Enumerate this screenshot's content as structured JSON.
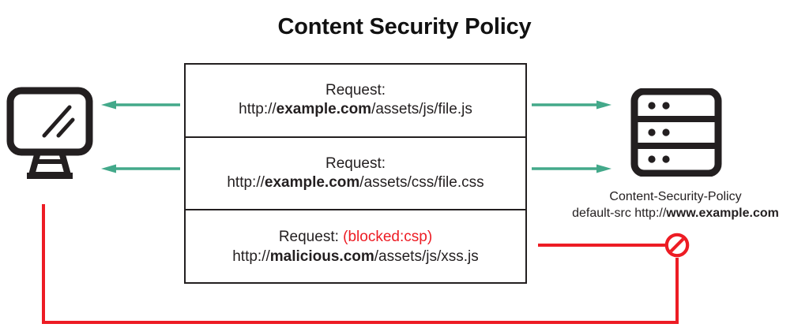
{
  "title": "Content Security Policy",
  "colors": {
    "allowed_arrow": "#43a98a",
    "blocked_path": "#ed1c24",
    "ink": "#231f20",
    "background": "#ffffff"
  },
  "nodes": {
    "client": {
      "icon": "desktop-monitor-icon",
      "label": ""
    },
    "server": {
      "icon": "server-rack-icon",
      "caption_line1": "Content-Security-Policy",
      "caption_line2_prefix": "default-src http://",
      "caption_line2_host": "www.example.com"
    }
  },
  "requests": [
    {
      "line1": "Request:",
      "status": "",
      "scheme": "http://",
      "host": "example.com",
      "path": "/assets/js/file.js",
      "allowed": true
    },
    {
      "line1": "Request:",
      "status": "",
      "scheme": "http://",
      "host": "example.com",
      "path": "/assets/css/file.css",
      "allowed": true
    },
    {
      "line1": "Request:",
      "status": "(blocked:csp)",
      "scheme": "http://",
      "host": "malicious.com",
      "path": "/assets/js/xss.js",
      "allowed": false
    }
  ],
  "badges": {
    "blocked": "no-entry-icon"
  }
}
